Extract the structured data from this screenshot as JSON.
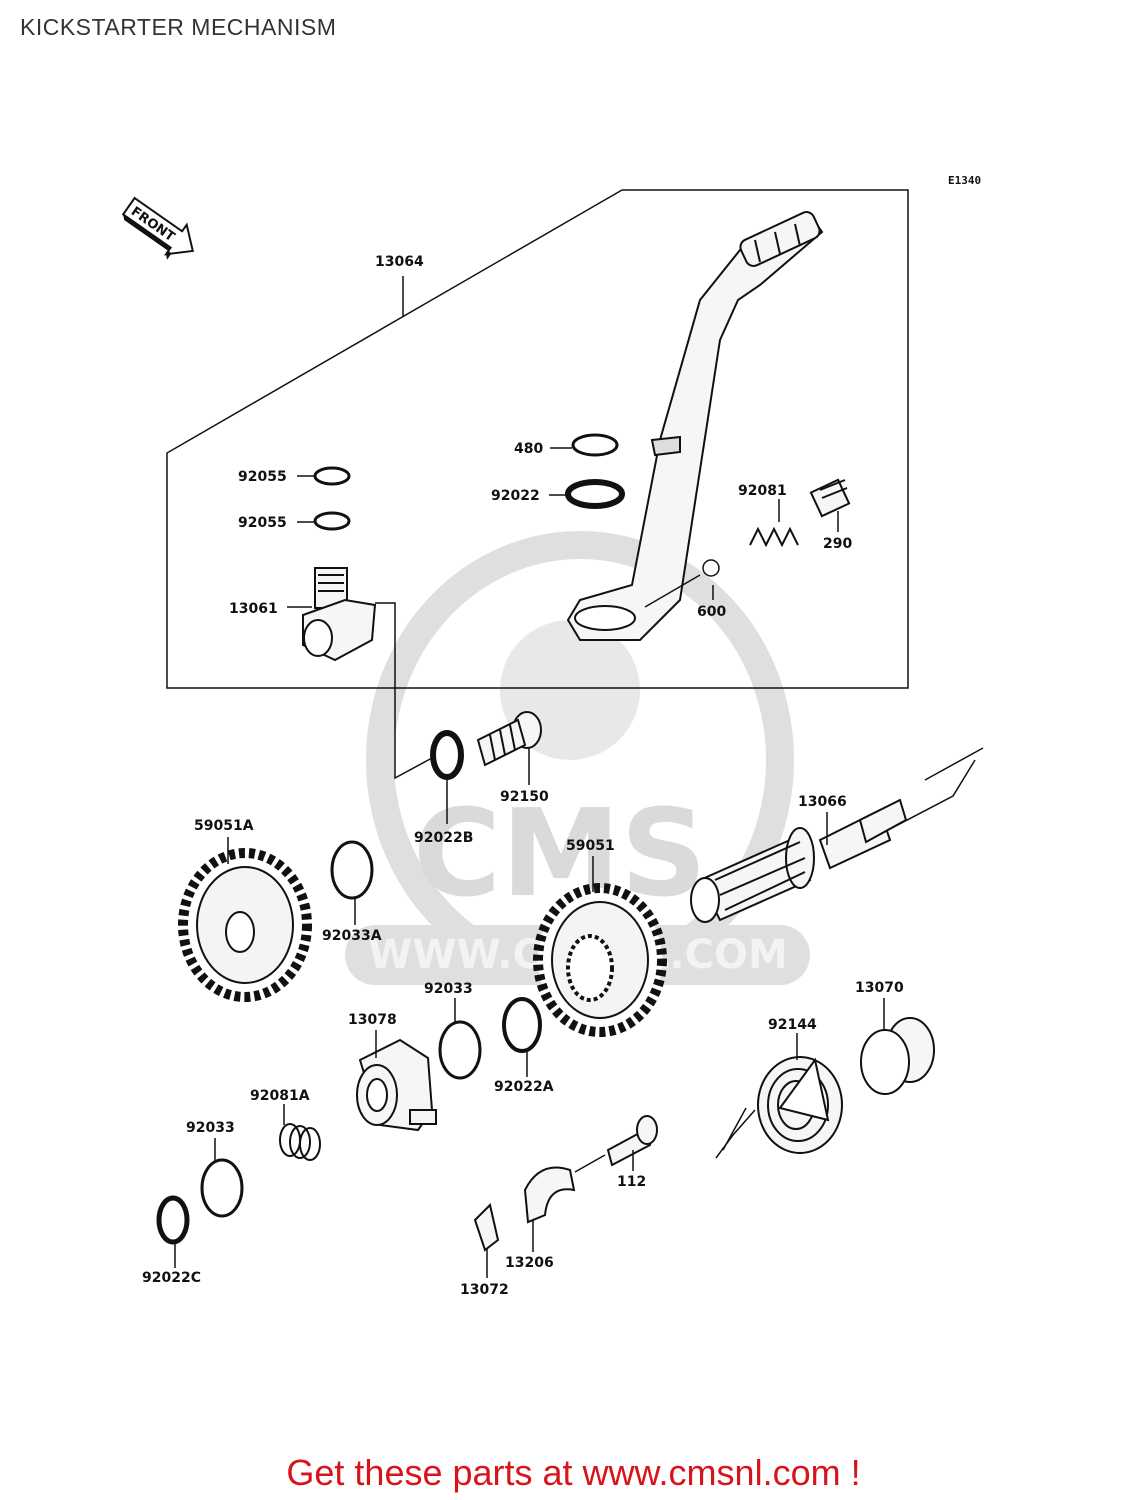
{
  "title": "KICKSTARTER MECHANISM",
  "diagram_code": "E1340",
  "front_label": "FRONT",
  "watermark": {
    "text": "CMS",
    "url": "WWW.CMSNL.COM"
  },
  "parts": {
    "p13064": "13064",
    "p480": "480",
    "p92022": "92022",
    "p92081": "92081",
    "p290": "290",
    "p92055a": "92055",
    "p92055b": "92055",
    "p13061": "13061",
    "p600": "600",
    "p92150": "92150",
    "p92022B": "92022B",
    "p13066": "13066",
    "p59051A": "59051A",
    "p92033A": "92033A",
    "p59051": "59051",
    "p92033a": "92033",
    "p13078": "13078",
    "p13070": "13070",
    "p92144": "92144",
    "p92022A": "92022A",
    "p92081A": "92081A",
    "p92033b": "92033",
    "p112": "112",
    "p13206": "13206",
    "p92022C": "92022C",
    "p13072": "13072"
  },
  "footer": "Get these parts at www.cmsnl.com !",
  "colors": {
    "line": "#111111",
    "part_fill": "#f4f4f4",
    "watermark": "#d9d9d9",
    "footer": "#d8141b"
  }
}
